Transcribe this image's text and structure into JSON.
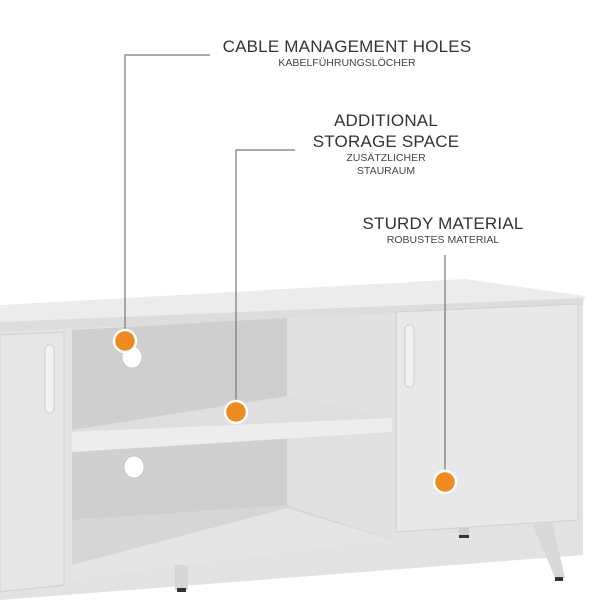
{
  "callouts": [
    {
      "title": "CABLE MANAGEMENT HOLES",
      "subtitle": "KABELFÜHRUNGSLÖCHER"
    },
    {
      "title_line1": "ADDITIONAL",
      "title_line2": "STORAGE SPACE",
      "subtitle_line1": "ZUSÄTZLICHER",
      "subtitle_line2": "STAURAUM"
    },
    {
      "title": "STURDY MATERIAL",
      "subtitle": "ROBUSTES MATERIAL"
    }
  ],
  "colors": {
    "accent": "#EE8A1E",
    "line": "#777777",
    "cabinet": "#E4E4E4"
  }
}
